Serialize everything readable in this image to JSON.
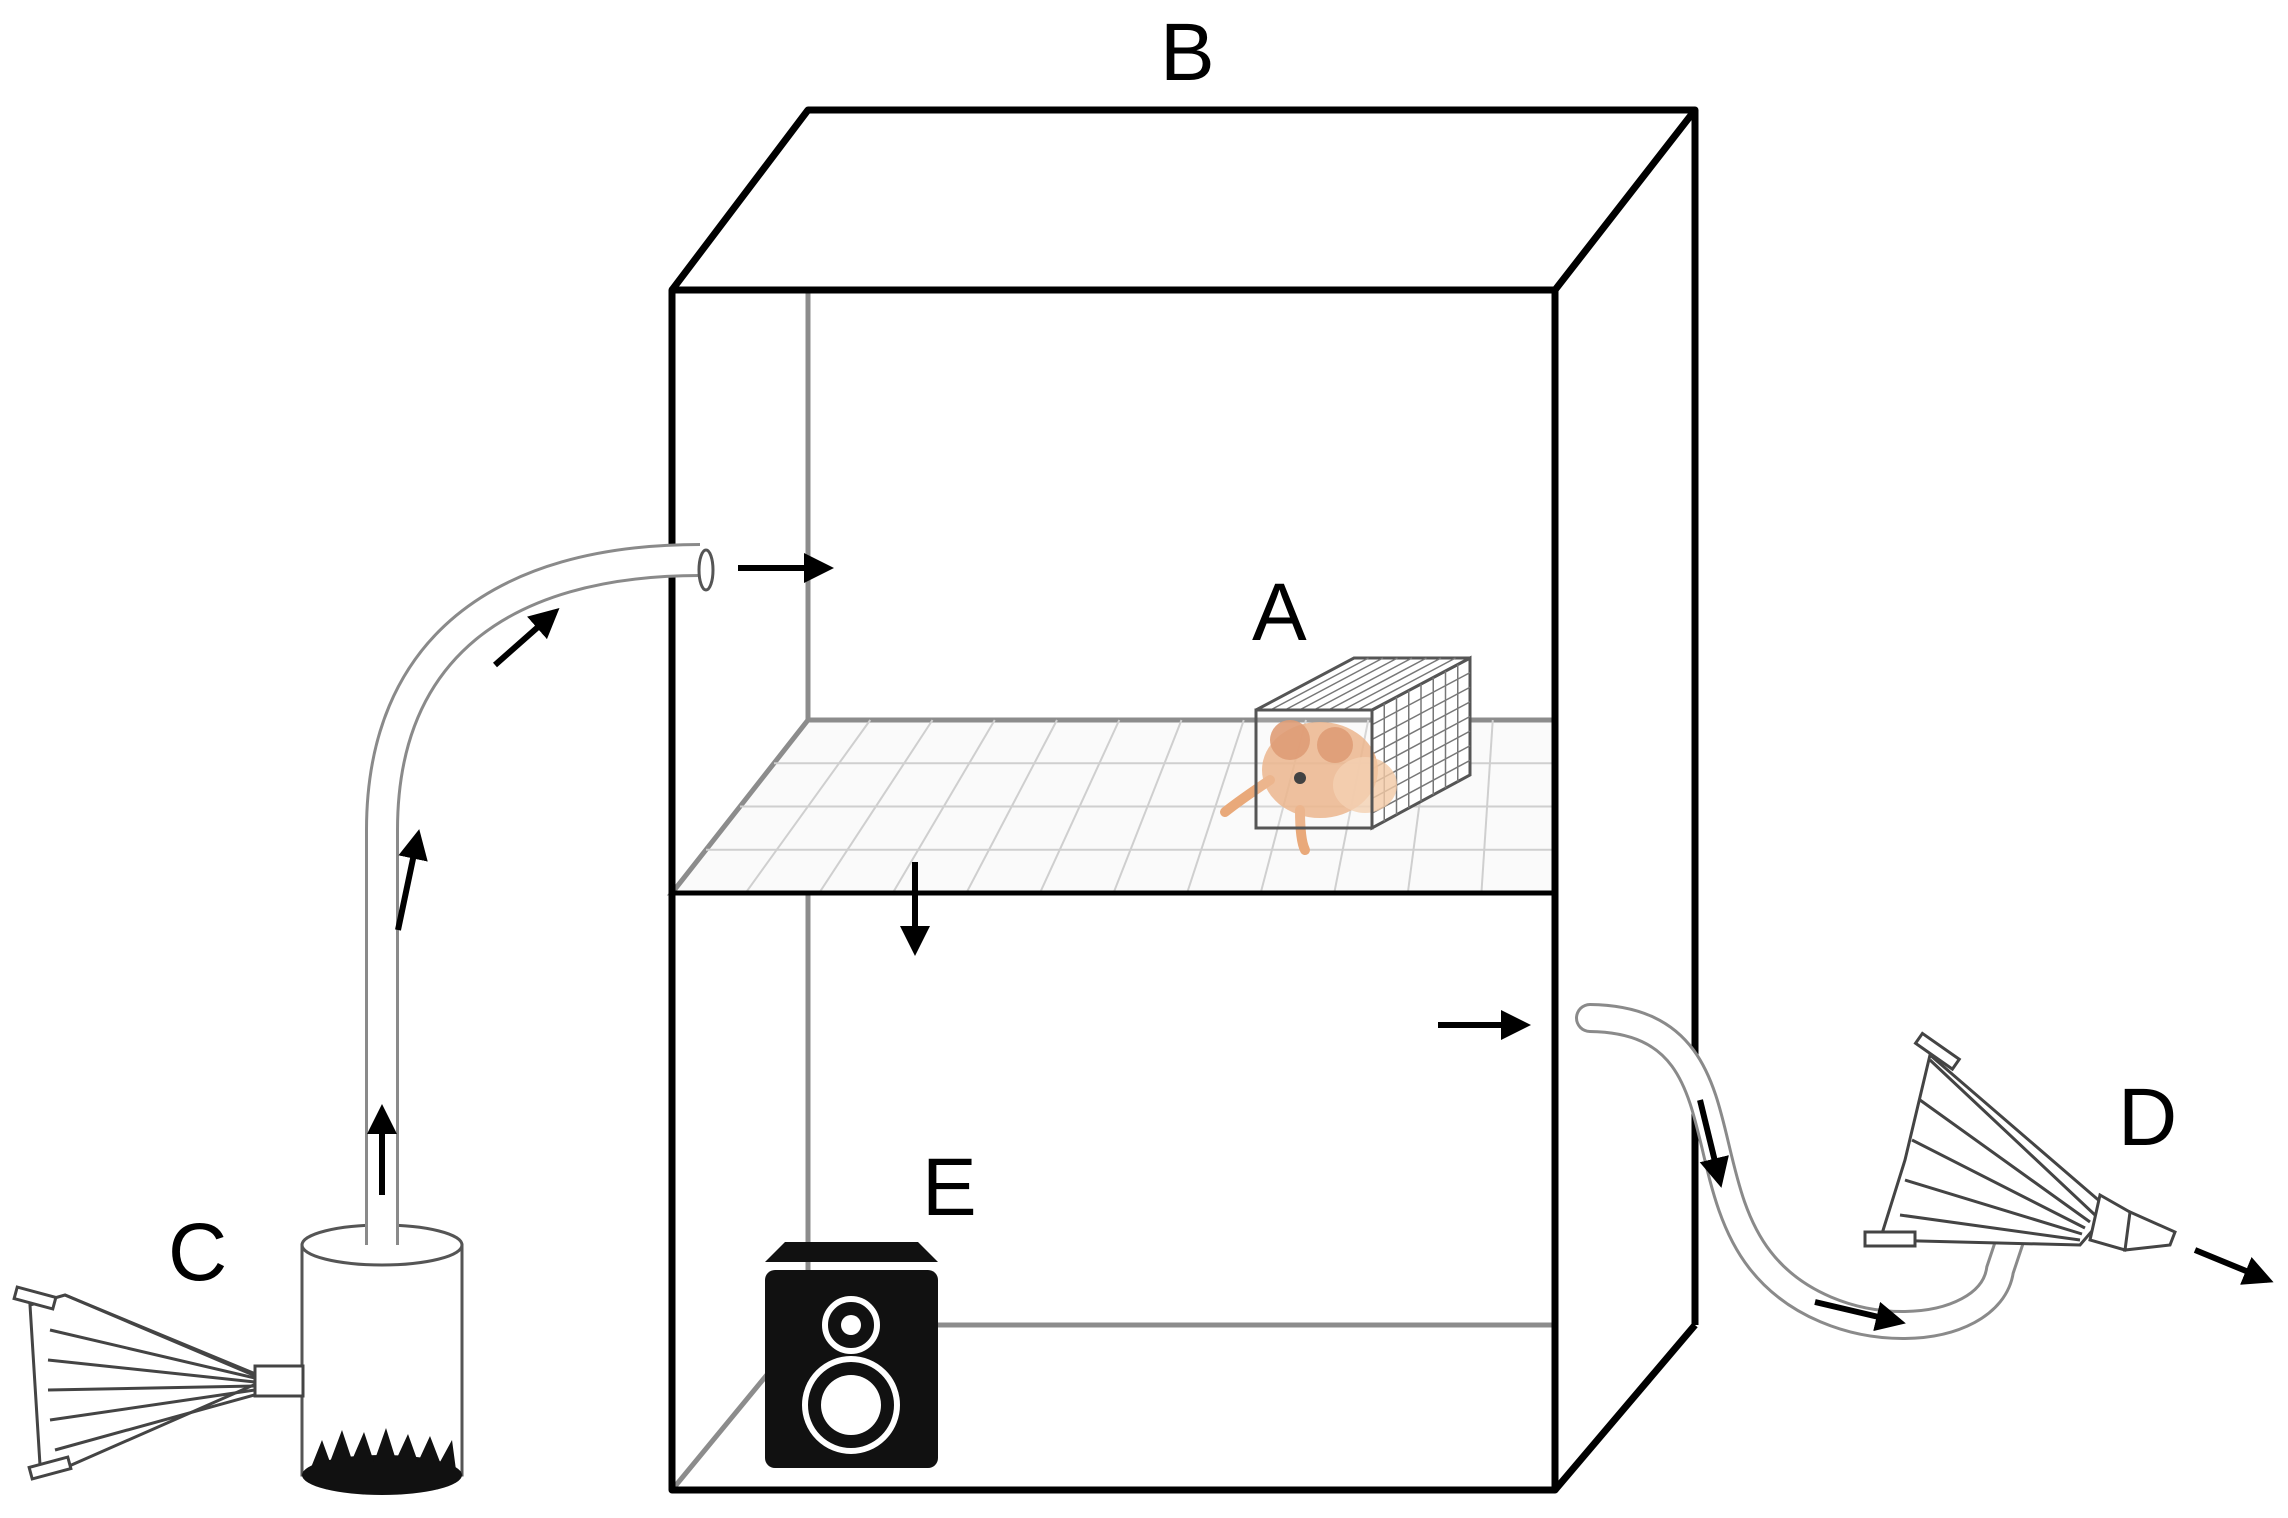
{
  "labels": {
    "a": "A",
    "b": "B",
    "c": "C",
    "d": "D",
    "e": "E"
  },
  "colors": {
    "outline": "#000000",
    "inner_edge": "#8c8c8c",
    "tube": "#9a9a9a",
    "floor_grid": "#c8c8c8",
    "animal": "#e9a97a"
  }
}
